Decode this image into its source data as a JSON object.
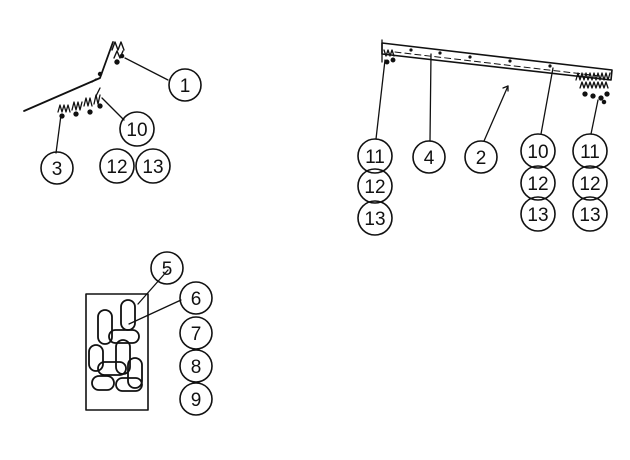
{
  "callouts": {
    "top_left": {
      "c1": "1",
      "c10": "10",
      "c3": "3",
      "c12": "12",
      "c13": "13"
    },
    "bottom_left": {
      "c5": "5",
      "c6": "6",
      "c7": "7",
      "c8": "8",
      "c9": "9"
    },
    "right": {
      "col1": [
        "11",
        "12",
        "13"
      ],
      "c4": "4",
      "c2": "2",
      "col4": [
        "10",
        "12",
        "13"
      ],
      "col5": [
        "11",
        "12",
        "13"
      ]
    }
  },
  "colors": {
    "ink": "#111111",
    "background": "#ffffff"
  }
}
